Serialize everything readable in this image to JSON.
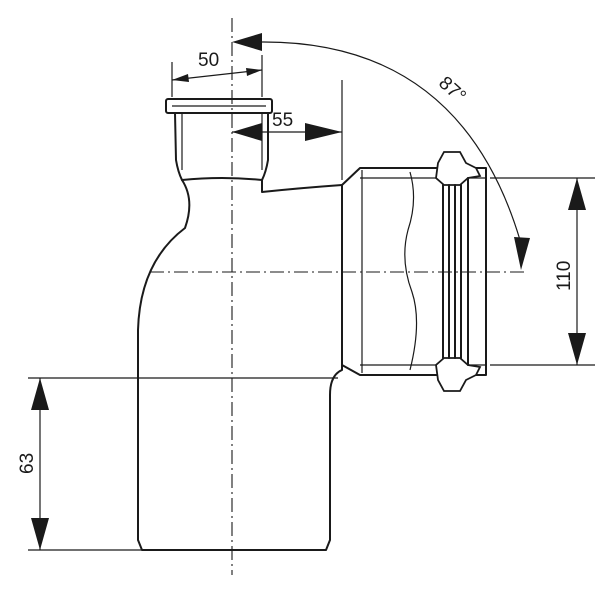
{
  "dimensions": {
    "branch_diameter": "50",
    "branch_offset": "55",
    "angle": "87°",
    "outlet_diameter": "110",
    "inlet_diameter": "63"
  }
}
